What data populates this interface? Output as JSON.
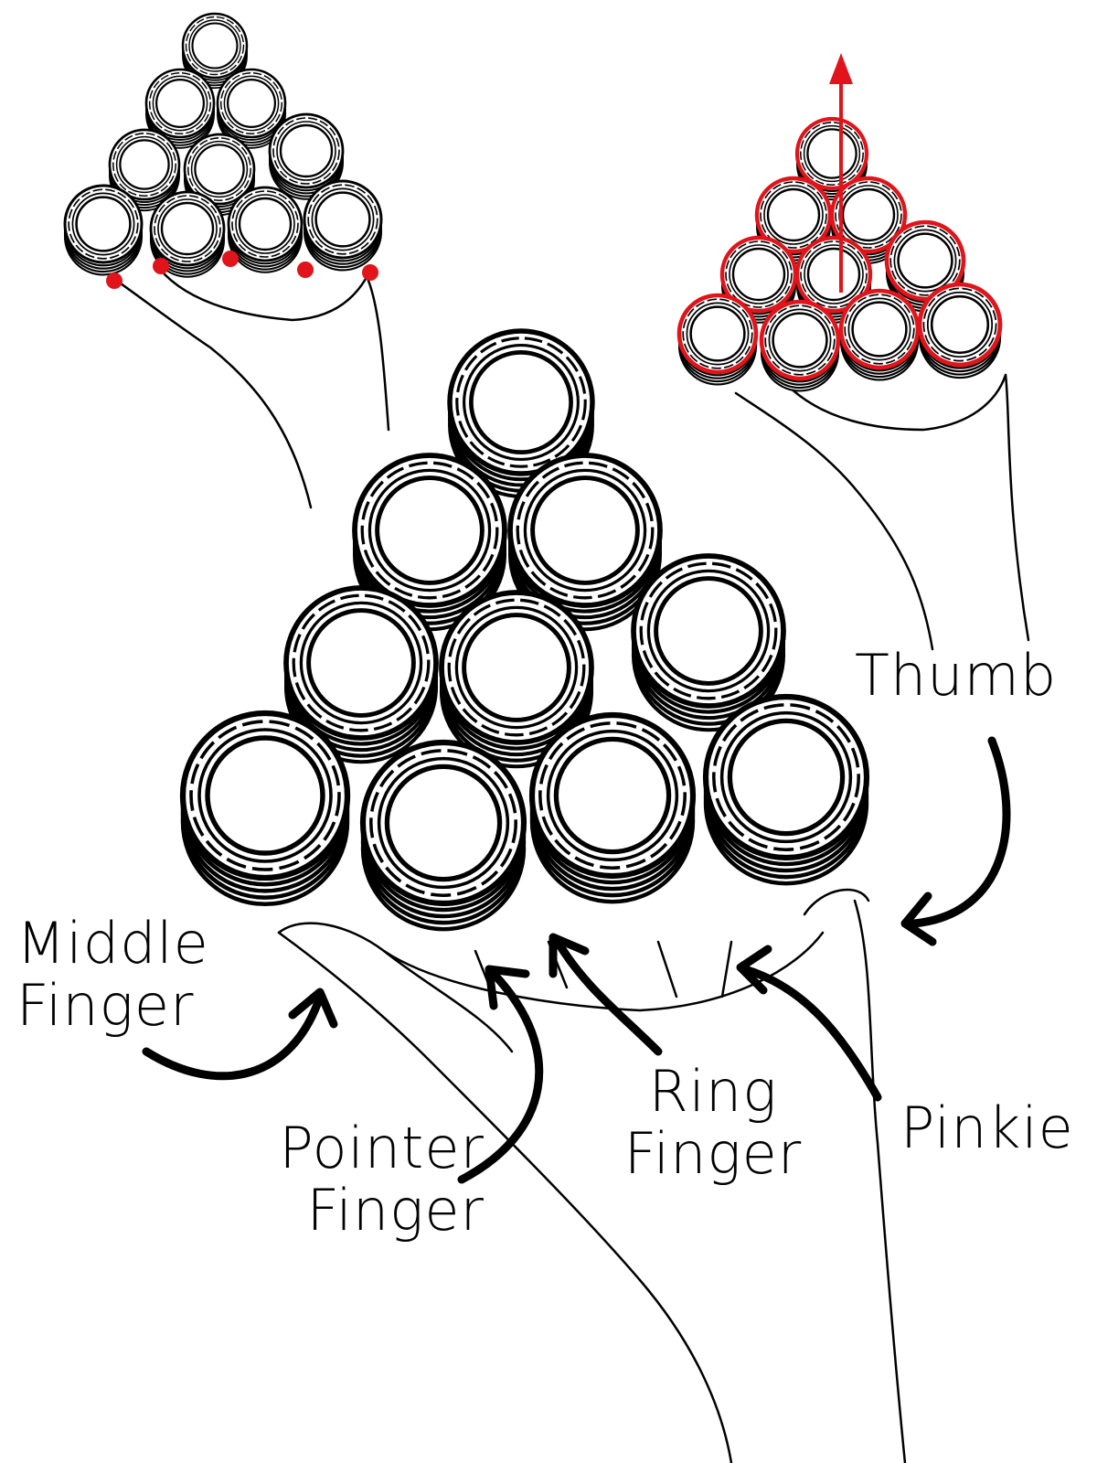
{
  "labels": {
    "thumb": "Thumb",
    "middle_finger": "Middle Finger",
    "pointer_finger": "Pointer Finger",
    "ring_finger": "Ring Finger",
    "pinkie": "Pinkie"
  },
  "colors": {
    "ink": "#000000",
    "highlight": "#e0141a"
  },
  "icons": [
    "chip-stack-icon",
    "red-dot-marker",
    "red-up-arrow",
    "curved-arrow"
  ]
}
